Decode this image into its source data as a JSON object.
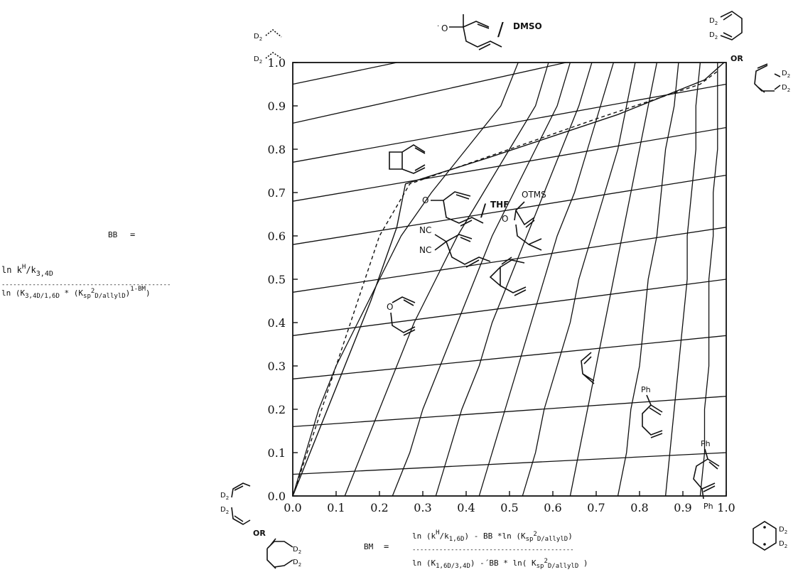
{
  "chart_data": {
    "type": "line",
    "xlim": [
      0,
      1
    ],
    "ylim": [
      0,
      1
    ],
    "x_ticks": [
      "0.0",
      "0.1",
      "0.2",
      "0.3",
      "0.4",
      "0.5",
      "0.6",
      "0.7",
      "0.8",
      "0.9",
      "1.0"
    ],
    "y_ticks": [
      "0.0",
      "0.1",
      "0.2",
      "0.3",
      "0.4",
      "0.5",
      "0.6",
      "0.7",
      "0.8",
      "0.9",
      "1.0"
    ],
    "grid": false,
    "contour_family_a": [
      {
        "x": [
          0,
          1
        ],
        "y": [
          0.05,
          0.1
        ]
      },
      {
        "x": [
          0,
          1
        ],
        "y": [
          0.16,
          0.23
        ]
      },
      {
        "x": [
          0,
          1
        ],
        "y": [
          0.27,
          0.37
        ]
      },
      {
        "x": [
          0,
          1
        ],
        "y": [
          0.37,
          0.5
        ]
      },
      {
        "x": [
          0,
          1
        ],
        "y": [
          0.47,
          0.62
        ]
      },
      {
        "x": [
          0,
          1
        ],
        "y": [
          0.58,
          0.74
        ]
      },
      {
        "x": [
          0,
          1
        ],
        "y": [
          0.68,
          0.85
        ]
      },
      {
        "x": [
          0,
          1
        ],
        "y": [
          0.77,
          0.95
        ]
      },
      {
        "x": [
          0,
          0.63
        ],
        "y": [
          0.86,
          1.0
        ]
      },
      {
        "x": [
          0,
          0.24
        ],
        "y": [
          0.95,
          1.0
        ]
      }
    ],
    "contour_family_b": [
      {
        "x": [
          0.0,
          0.03,
          0.06,
          0.1,
          0.15,
          0.2,
          0.25,
          0.32,
          0.4,
          0.48,
          0.52
        ],
        "y": [
          0.0,
          0.1,
          0.2,
          0.3,
          0.4,
          0.5,
          0.6,
          0.7,
          0.8,
          0.9,
          1.0
        ]
      },
      {
        "x": [
          0.12,
          0.16,
          0.2,
          0.24,
          0.28,
          0.33,
          0.38,
          0.44,
          0.5,
          0.56,
          0.59
        ],
        "y": [
          0.0,
          0.1,
          0.2,
          0.3,
          0.4,
          0.5,
          0.6,
          0.7,
          0.8,
          0.9,
          1.0
        ]
      },
      {
        "x": [
          0.23,
          0.27,
          0.3,
          0.34,
          0.38,
          0.42,
          0.46,
          0.51,
          0.56,
          0.61,
          0.64
        ],
        "y": [
          0.0,
          0.1,
          0.2,
          0.3,
          0.4,
          0.5,
          0.6,
          0.7,
          0.8,
          0.9,
          1.0
        ]
      },
      {
        "x": [
          0.33,
          0.36,
          0.39,
          0.43,
          0.46,
          0.5,
          0.54,
          0.58,
          0.62,
          0.66,
          0.69
        ],
        "y": [
          0.0,
          0.1,
          0.2,
          0.3,
          0.4,
          0.5,
          0.6,
          0.7,
          0.8,
          0.9,
          1.0
        ]
      },
      {
        "x": [
          0.43,
          0.46,
          0.49,
          0.52,
          0.55,
          0.58,
          0.61,
          0.65,
          0.68,
          0.71,
          0.74
        ],
        "y": [
          0.0,
          0.1,
          0.2,
          0.3,
          0.4,
          0.5,
          0.6,
          0.7,
          0.8,
          0.9,
          1.0
        ]
      },
      {
        "x": [
          0.53,
          0.56,
          0.58,
          0.61,
          0.64,
          0.66,
          0.69,
          0.72,
          0.75,
          0.77,
          0.79
        ],
        "y": [
          0.0,
          0.1,
          0.2,
          0.3,
          0.4,
          0.5,
          0.6,
          0.7,
          0.8,
          0.9,
          1.0
        ]
      },
      {
        "x": [
          0.64,
          0.66,
          0.68,
          0.7,
          0.72,
          0.74,
          0.76,
          0.78,
          0.8,
          0.82,
          0.84
        ],
        "y": [
          0.0,
          0.1,
          0.2,
          0.3,
          0.4,
          0.5,
          0.6,
          0.7,
          0.8,
          0.9,
          1.0
        ]
      },
      {
        "x": [
          0.75,
          0.77,
          0.78,
          0.8,
          0.81,
          0.82,
          0.84,
          0.85,
          0.86,
          0.88,
          0.89
        ],
        "y": [
          0.0,
          0.1,
          0.2,
          0.3,
          0.4,
          0.5,
          0.6,
          0.7,
          0.8,
          0.9,
          1.0
        ]
      },
      {
        "x": [
          0.86,
          0.87,
          0.88,
          0.89,
          0.9,
          0.91,
          0.91,
          0.92,
          0.93,
          0.93,
          0.94
        ],
        "y": [
          0.0,
          0.1,
          0.2,
          0.3,
          0.4,
          0.5,
          0.6,
          0.7,
          0.8,
          0.9,
          1.0
        ]
      },
      {
        "x": [
          0.94,
          0.95,
          0.95,
          0.96,
          0.96,
          0.96,
          0.97,
          0.97,
          0.98,
          0.98,
          0.98
        ],
        "y": [
          0.0,
          0.1,
          0.2,
          0.3,
          0.4,
          0.5,
          0.6,
          0.7,
          0.8,
          0.9,
          1.0
        ]
      }
    ],
    "solid_boundary": {
      "x": [
        0.0,
        0.06,
        0.12,
        0.18,
        0.24,
        0.26,
        0.45,
        0.6,
        0.75,
        0.85,
        0.95,
        0.995
      ],
      "y": [
        0.0,
        0.15,
        0.3,
        0.45,
        0.62,
        0.72,
        0.78,
        0.83,
        0.88,
        0.92,
        0.96,
        1.0
      ]
    },
    "dashed_boundary": {
      "x": [
        0.0,
        0.05,
        0.1,
        0.15,
        0.2,
        0.27,
        0.5,
        0.7,
        0.85,
        0.94,
        0.98
      ],
      "y": [
        0.0,
        0.15,
        0.3,
        0.45,
        0.6,
        0.72,
        0.8,
        0.87,
        0.92,
        0.95,
        0.98
      ]
    }
  },
  "labels": {
    "bb_label": "BB",
    "bb_dash": "=",
    "bb_numerator_prefix": "ln k",
    "bb_numerator_sup": "H",
    "bb_numerator_sub_pre": "/k",
    "bb_numerator_sub": "3,4D",
    "bb_dashes": "--------------------------------------------",
    "bb_denominator_a": "ln (K",
    "bb_denominator_a_sub": "3,4D/1,6D",
    "bb_denominator_b": " * (K",
    "bb_denominator_b_sub": "sp",
    "bb_denominator_b_sup": "2",
    "bb_denominator_b_sub2": "D/allylD",
    "bb_denominator_c": ")",
    "bb_denominator_exp": "1-BM",
    "bb_denominator_close": ")",
    "bm_label": "BM",
    "bm_dash": "=",
    "bm_numerator": "ln (k",
    "bm_numerator_sup": "H",
    "bm_numerator_sub_pre": "/k",
    "bm_numerator_sub": "1,6D",
    "bm_numerator_rest": ") - BB *ln (K",
    "bm_numerator_sub2": "sp",
    "bm_numerator_sup2": "2",
    "bm_numerator_sub3": "D/allylD",
    "bm_numerator_close": ")",
    "bm_dashes": "------------------------------------------",
    "bm_denominator": "ln (K",
    "bm_denominator_sub": "1,6D/3,4D",
    "bm_denominator_rest": ") -´BB * ln( K",
    "bm_denominator_sub2": "sp",
    "bm_denominator_sup2": "2",
    "bm_denominator_sub3": "D/allylD",
    "bm_denominator_close": " )",
    "dmso": "DMSO",
    "thf": "THF",
    "otms": "OTMS",
    "o": "O",
    "nc": "NC",
    "ph": "Ph",
    "d2": "D",
    "d2_sub": "2",
    "or": "OR",
    "slash": "/"
  }
}
